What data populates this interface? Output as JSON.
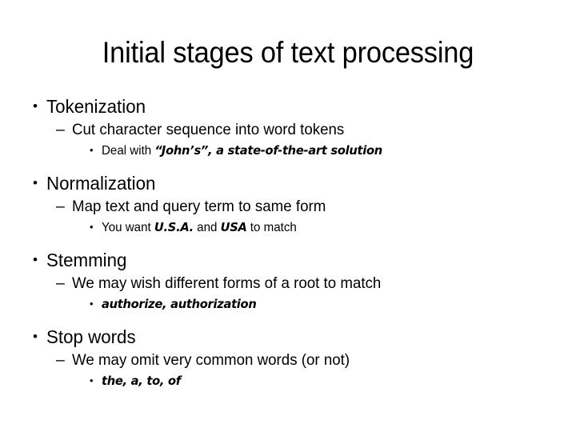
{
  "slide": {
    "title": "Initial stages of text processing",
    "background_color": "#ffffff",
    "text_color": "#000000",
    "bullet_markers": {
      "level1": "•",
      "level2": "–",
      "level3": "•"
    },
    "groups": [
      {
        "level1": "Tokenization",
        "level2": "Cut character sequence into word tokens",
        "level3_plain": "Deal with ",
        "level3_emph": "“John’s”, a state-of-the-art solution",
        "level3_tail": ""
      },
      {
        "level1": "Normalization",
        "level2": "Map text and query term to same form",
        "level3_plain": "You want ",
        "level3_emph": "U.S.A.",
        "level3_mid": " and ",
        "level3_emph2": "USA",
        "level3_tail": " to match"
      },
      {
        "level1": "Stemming",
        "level2": "We may wish different forms of a root to match",
        "level3_plain": "",
        "level3_emph": "authorize, authorization",
        "level3_tail": ""
      },
      {
        "level1": "Stop words",
        "level2": "We may omit very common words (or not)",
        "level3_plain": "",
        "level3_emph": "the, a, to, of",
        "level3_tail": ""
      }
    ]
  }
}
